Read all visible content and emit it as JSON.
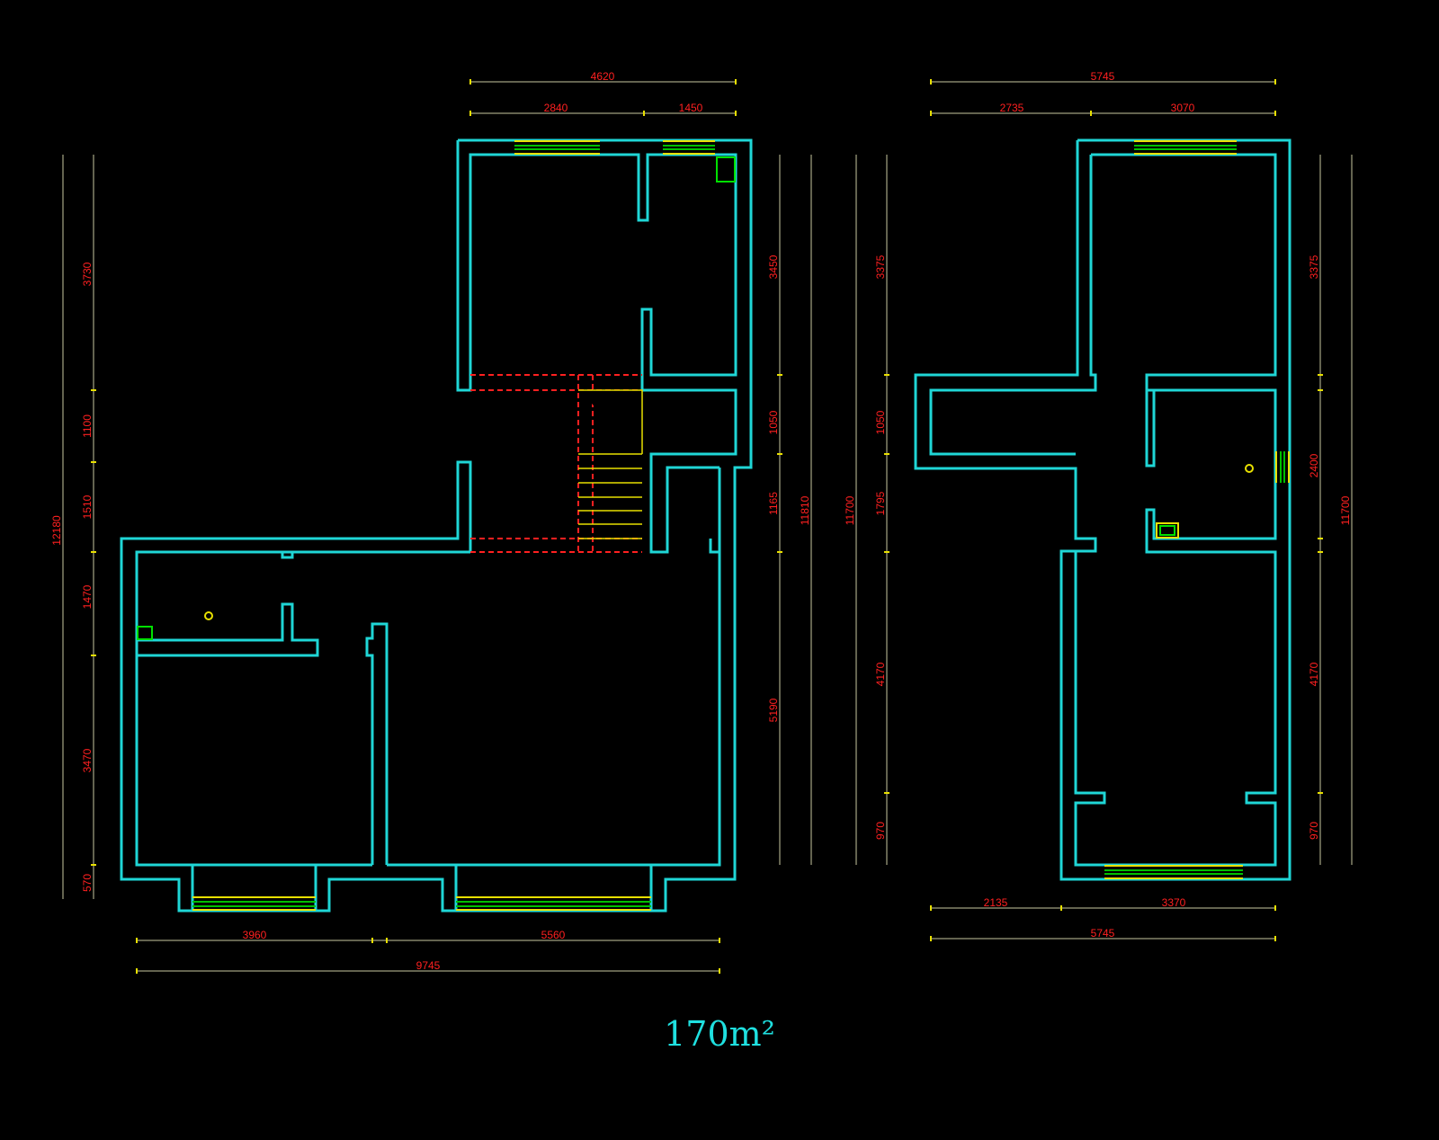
{
  "area": "170m²",
  "dimensions": {
    "left_top_total": "4620",
    "left_top_a": "2840",
    "left_top_b": "1450",
    "left_outer_total": "12180",
    "left_v1": "3730",
    "left_v2": "1100",
    "left_v3": "1510",
    "left_v4": "1470",
    "left_v5": "3470",
    "left_v6": "570",
    "left_right_total": "11810",
    "left_right_a": "3450",
    "left_right_b": "1050",
    "left_right_c": "1165",
    "left_right_d": "5190",
    "left_bottom_a": "3960",
    "left_bottom_b": "5560",
    "left_bottom_total": "9745",
    "right_top_total": "5745",
    "right_top_a": "2735",
    "right_top_b": "3070",
    "right_left_total": "11700",
    "right_left_a": "3375",
    "right_left_b": "1050",
    "right_left_c": "1795",
    "right_left_d": "4170",
    "right_left_e": "970",
    "right_right_total": "11700",
    "right_right_a": "3375",
    "right_right_b": "2400",
    "right_right_c": "4170",
    "right_right_d": "970",
    "right_bottom_a": "2135",
    "right_bottom_b": "3370",
    "right_bottom_total": "5745"
  }
}
